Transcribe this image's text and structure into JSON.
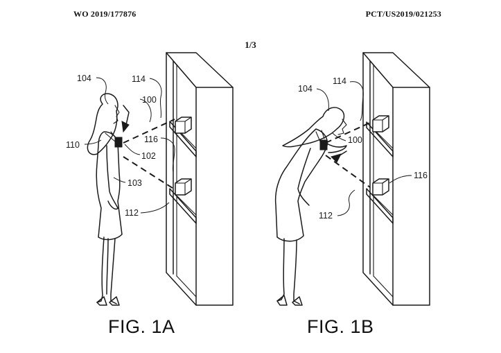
{
  "header": {
    "publication_number": "WO 2019/177876",
    "application_number": "PCT/US2019/021253",
    "sheet": "1/3"
  },
  "figures": [
    {
      "caption": "FIG. 1A",
      "labels": {
        "person": "104",
        "device_wearer": "110",
        "field_of_view": "100",
        "shelf_unit": "114",
        "item": "116",
        "camera": "102",
        "body": "103",
        "lower_shelf": "112"
      }
    },
    {
      "caption": "FIG. 1B",
      "labels": {
        "person": "104",
        "shelf_unit": "114",
        "field_of_view": "100",
        "item": "116",
        "lower_shelf": "112"
      }
    }
  ]
}
